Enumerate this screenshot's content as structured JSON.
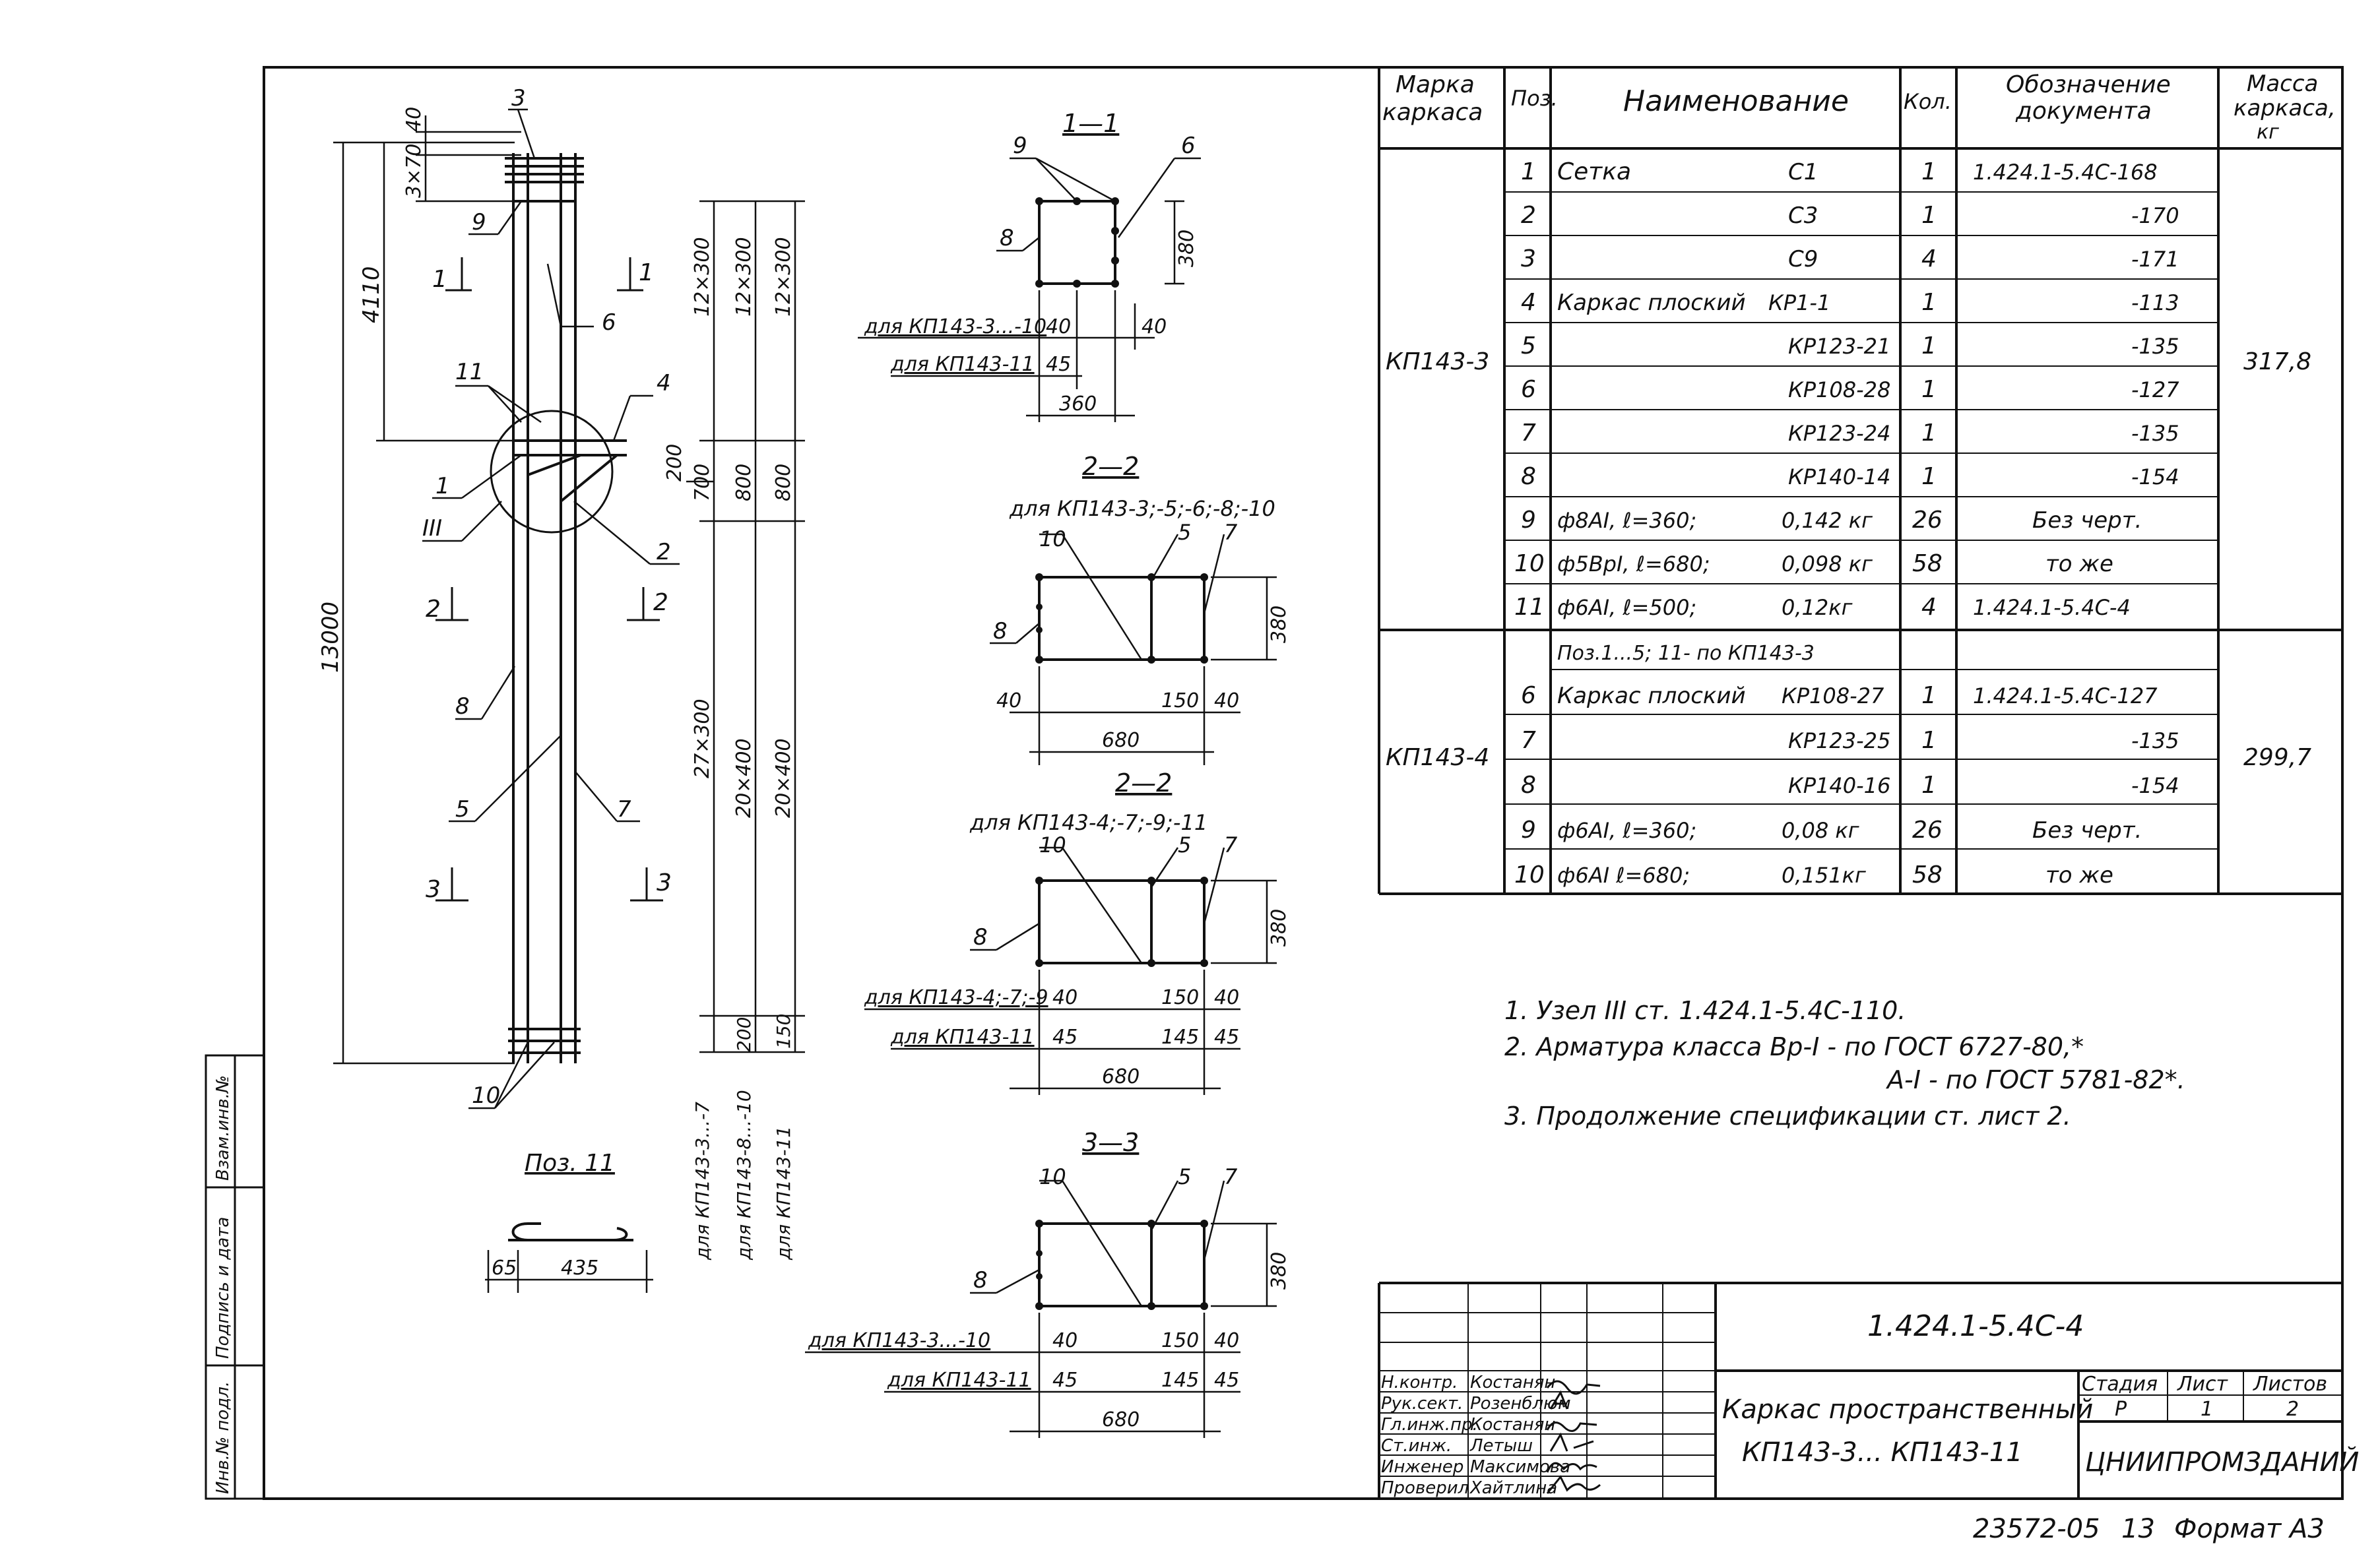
{
  "spec_table": {
    "headers": {
      "marka": [
        "Марка",
        "каркаса"
      ],
      "pos": "Поз.",
      "name": "Наименование",
      "qty": "Кол.",
      "doc": [
        "Обозначение",
        "документа"
      ],
      "mass": [
        "Масса",
        "каркаса,",
        "кг"
      ]
    },
    "group1": {
      "marka": "КП143-3",
      "mass": "317,8",
      "rows": [
        {
          "pos": "1",
          "name": "Сетка",
          "code": "С1",
          "qty": "1",
          "doc": "1.424.1-5.4С-168"
        },
        {
          "pos": "2",
          "name": "",
          "code": "С3",
          "qty": "1",
          "doc": "-170"
        },
        {
          "pos": "3",
          "name": "",
          "code": "С9",
          "qty": "4",
          "doc": "-171"
        },
        {
          "pos": "4",
          "name": "Каркас плоский",
          "code": "КР1-1",
          "qty": "1",
          "doc": "-113"
        },
        {
          "pos": "5",
          "name": "",
          "code": "КР123-21",
          "qty": "1",
          "doc": "-135"
        },
        {
          "pos": "6",
          "name": "",
          "code": "КР108-28",
          "qty": "1",
          "doc": "-127"
        },
        {
          "pos": "7",
          "name": "",
          "code": "КР123-24",
          "qty": "1",
          "doc": "-135"
        },
        {
          "pos": "8",
          "name": "",
          "code": "КР140-14",
          "qty": "1",
          "doc": "-154"
        },
        {
          "pos": "9",
          "name": "ф8АI,  ℓ=360;",
          "code": "0,142 кг",
          "qty": "26",
          "doc": "Без черт."
        },
        {
          "pos": "10",
          "name": "ф5ВрI,  ℓ=680;",
          "code": "0,098 кг",
          "qty": "58",
          "doc": "то же"
        },
        {
          "pos": "11",
          "name": "ф6АI,  ℓ=500;",
          "code": "0,12кг",
          "qty": "4",
          "doc": "1.424.1-5.4С-4"
        }
      ]
    },
    "group2": {
      "marka": "КП143-4",
      "mass": "299,7",
      "note_row": "Поз.1...5; 11- по КП143-3",
      "rows": [
        {
          "pos": "6",
          "name": "Каркас плоский",
          "code": "КР108-27",
          "qty": "1",
          "doc": "1.424.1-5.4С-127"
        },
        {
          "pos": "7",
          "name": "",
          "code": "КР123-25",
          "qty": "1",
          "doc": "-135"
        },
        {
          "pos": "8",
          "name": "",
          "code": "КР140-16",
          "qty": "1",
          "doc": "-154"
        },
        {
          "pos": "9",
          "name": "ф6АI,  ℓ=360;",
          "code": "0,08 кг",
          "qty": "26",
          "doc": "Без черт."
        },
        {
          "pos": "10",
          "name": "ф6АI  ℓ=680;",
          "code": "0,151кг",
          "qty": "58",
          "doc": "то же"
        }
      ]
    }
  },
  "notes": [
    "1. Узел III  ст.  1.424.1-5.4С-110.",
    "2. Арматура класса Вр-I - по ГОСТ 6727-80,*",
    "А-I - по ГОСТ 5781-82*.",
    "3. Продолжение спецификации ст. лист 2."
  ],
  "title_block": {
    "doc_code": "1.424.1-5.4С-4",
    "title_line1": "Каркас пространственный",
    "title_line2": "КП143-3... КП143-11",
    "stage_label": "Стадия",
    "sheet_label": "Лист",
    "sheets_label": "Листов",
    "stage": "Р",
    "sheet": "1",
    "sheets": "2",
    "org": "ЦНИИПРОМЗДАНИЙ",
    "roles": [
      "Н.контр.",
      "Рук.сект.",
      "Гл.инж.пр.",
      "Ст.инж.",
      "Инженер",
      "Проверил"
    ],
    "names": [
      "Костанян",
      "Розенблюм",
      "Костанян",
      "Летыш",
      "Максимова",
      "Хайтлина"
    ]
  },
  "footer": {
    "number": "23572-05",
    "page": "13",
    "format": "Формат А3"
  },
  "side_stamp": {
    "cells": [
      "Инв.№ подл.",
      "Подпись и дата",
      "Взам.инв.№"
    ]
  },
  "drawing": {
    "elevation": {
      "overall_height": "13000",
      "top_dim": "4110",
      "dim_40": "40",
      "dim_3x70": "3×70",
      "dim_12x300": "12×300",
      "dim_12x300b": "12×300",
      "dim_12x300c": "12×300",
      "dim_200": "200",
      "dim_700": "700",
      "dim_800": "800",
      "dim_800b": "800",
      "dim_27x300": "27×300",
      "dim_20x400": "20×400",
      "dim_20x400b": "20×400",
      "dim_200b": "200",
      "dim_150": "150",
      "bottom_label_a": "для КП143-3...-7",
      "bottom_label_b": "для КП143-8...-10",
      "bottom_label_c": "для КП143-11",
      "callouts": [
        "3",
        "9",
        "6",
        "11",
        "4",
        "1",
        "III",
        "2",
        "8",
        "5",
        "7",
        "10"
      ],
      "section_marks": [
        "1",
        "1",
        "2",
        "2",
        "3",
        "3"
      ]
    },
    "pos11": {
      "title": "Поз. 11",
      "dim_a": "65",
      "dim_b": "435"
    },
    "sec11": {
      "title": "1—1",
      "lbl9": "9",
      "lbl6": "6",
      "lbl8": "8",
      "dim380": "380",
      "dim40a": "40",
      "dim40b": "40",
      "dim45": "45",
      "dim360": "360",
      "for_a": "для КП143-3...-10",
      "for_b": "для КП143-11"
    },
    "sec22a": {
      "title": "2—2",
      "for": "для КП143-3;-5;-6;-8;-10",
      "lbl10": "10",
      "lbl5": "5",
      "lbl7": "7",
      "lbl8": "8",
      "dim380": "380",
      "dim40a": "40",
      "dim150": "150",
      "dim40b": "40",
      "dim680": "680"
    },
    "sec22b": {
      "title": "2—2",
      "for": "для КП143-4;-7;-9;-11",
      "lbl10": "10",
      "lbl5": "5",
      "lbl7": "7",
      "lbl8": "8",
      "dim380": "380",
      "dim40a": "40",
      "dim150": "150",
      "dim40b": "40",
      "dim45a": "45",
      "dim145": "145",
      "dim45b": "45",
      "dim680": "680",
      "for_a": "для КП143-4;-7;-9",
      "for_b": "для КП143-11"
    },
    "sec33": {
      "title": "3—3",
      "lbl10": "10",
      "lbl5": "5",
      "lbl7": "7",
      "lbl8": "8",
      "dim380": "380",
      "dim40a": "40",
      "dim150": "150",
      "dim40b": "40",
      "dim45a": "45",
      "dim145": "145",
      "dim45b": "45",
      "dim680": "680",
      "for_a": "для КП143-3...-10",
      "for_b": "для КП143-11"
    }
  }
}
